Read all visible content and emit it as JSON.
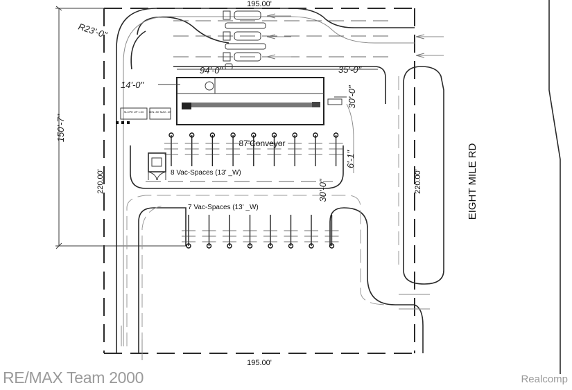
{
  "plan": {
    "title": "Car wash site plan",
    "dimensions": {
      "top_frontage": "195.00'",
      "bottom_frontage": "195.00'",
      "left_depth": "220.00'",
      "right_depth": "220.00'",
      "overall_depth": "150'-7\"",
      "corner_radius": "R23'-0\"",
      "building_length": "94'-0\"",
      "building_offset": "35'-0\"",
      "building_setback": "14'-0\"",
      "drive_width_upper": "30'-0\"",
      "drive_width_lower": "30'-0\"",
      "island_gap": "6'-1\""
    },
    "labels": {
      "conveyor": "87'Conveyor",
      "vac_upper": "8 Vac-Spaces (13' _W)",
      "vac_lower": "7 Vac-Spaces (13' _W)",
      "road": "EIGHT MILE RD",
      "slope_note": "SLOPE UP 1:20",
      "min_max_note": "MIN. 80' MAX. 40'"
    },
    "counts": {
      "pay_lanes": 3,
      "vac_spaces_upper": 8,
      "vac_spaces_lower": 7
    },
    "icons": [
      "car-icon",
      "vacuum-stall-icon",
      "traffic-arrow-icon",
      "dumpster-icon",
      "door-icon"
    ]
  },
  "watermarks": {
    "left": "RE/MAX Team 2000",
    "right": "Realcomp"
  },
  "colors": {
    "line": "#2a2a2a",
    "secondary_line": "#8a8a8a",
    "watermark": "#9a9a9a",
    "background": "#ffffff"
  }
}
